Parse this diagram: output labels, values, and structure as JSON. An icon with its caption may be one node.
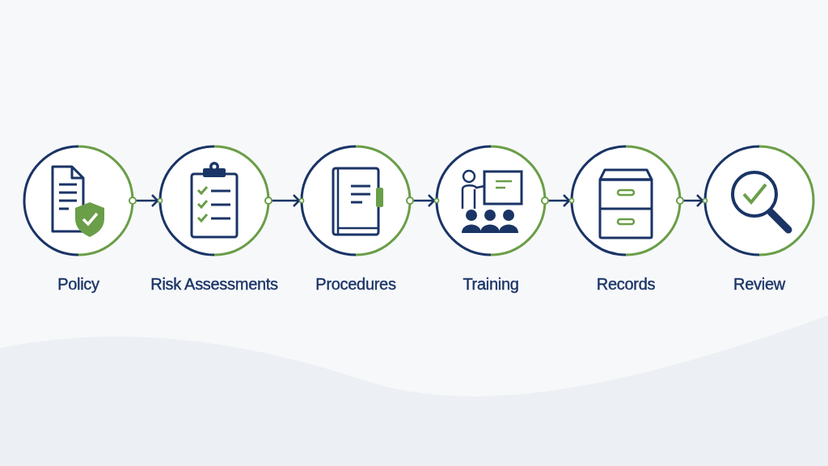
{
  "diagram": {
    "nodes": [
      {
        "text": [
          "Policy"
        ]
      },
      {
        "text": [
          "Risk Assessments"
        ]
      },
      {
        "text": [
          "Procedures"
        ]
      },
      {
        "text": [
          "Training"
        ]
      },
      {
        "text": [
          "Records"
        ]
      },
      {
        "text": [
          "Review"
        ]
      }
    ],
    "edges": [
      {
        "from": 0,
        "to": 1,
        "arrow": "to"
      },
      {
        "from": 1,
        "to": 2,
        "arrow": "to"
      },
      {
        "from": 2,
        "to": 3,
        "arrow": "to"
      },
      {
        "from": 3,
        "to": 4,
        "arrow": "to"
      },
      {
        "from": 4,
        "to": 5,
        "arrow": "to"
      }
    ]
  }
}
